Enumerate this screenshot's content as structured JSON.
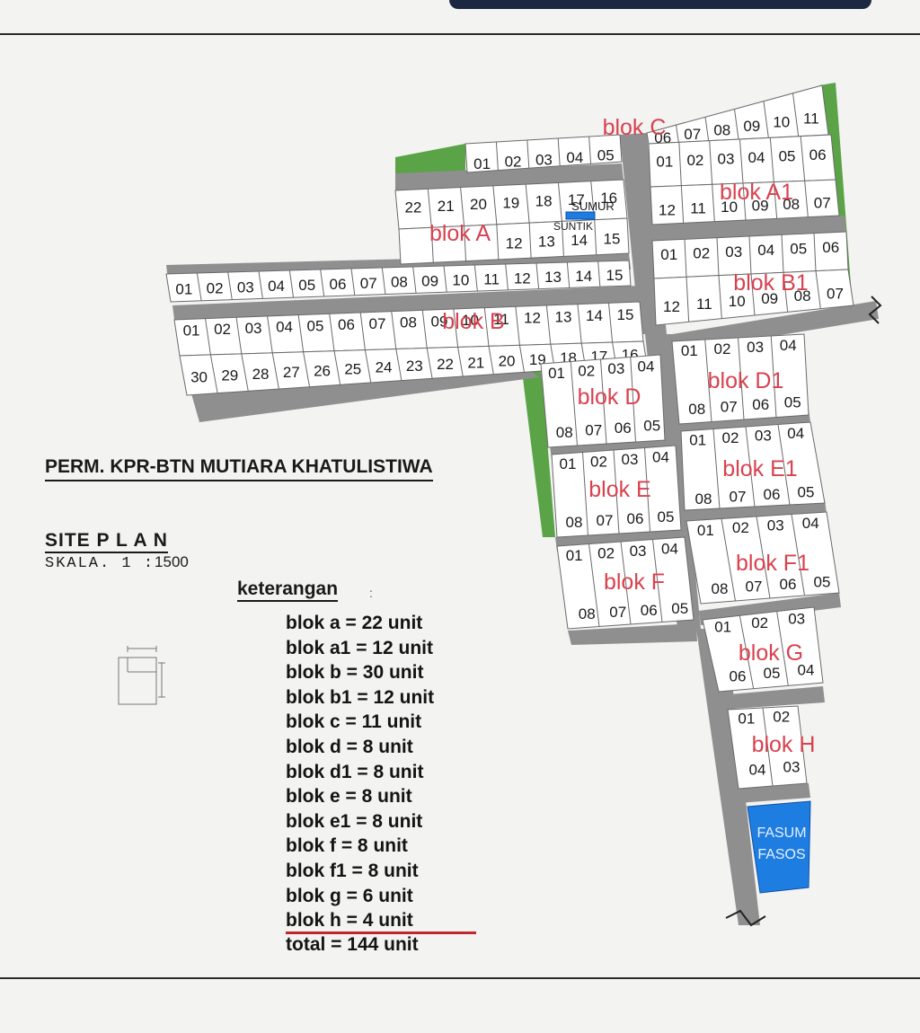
{
  "site_title": "PERM. KPR-BTN MUTIARA KHATULISTIWA",
  "plan_title": "SITE P L A N",
  "scale_label": "SKALA. 1  :",
  "scale_value": "1500",
  "legend_heading": "keterangan",
  "legend_colon": ":",
  "legend_items": [
    {
      "text": "blok a = 22 unit"
    },
    {
      "text": "blok a1 = 12 unit"
    },
    {
      "text": "blok b = 30 unit"
    },
    {
      "text": "blok b1 = 12 unit"
    },
    {
      "text": "blok c = 11 unit"
    },
    {
      "text": "blok d  = 8 unit"
    },
    {
      "text": "blok d1 = 8 unit"
    },
    {
      "text": "blok e  = 8 unit"
    },
    {
      "text": "blok e1 = 8 unit"
    },
    {
      "text": "blok f  = 8 unit"
    },
    {
      "text": "blok f1 = 8 unit"
    },
    {
      "text": "blok g = 6 unit"
    },
    {
      "text": "blok h = 4 unit"
    }
  ],
  "legend_total": "total    = 144 unit",
  "block_labels": {
    "a": "blok A",
    "a1": "blok A1",
    "b": "blok B",
    "b1": "blok B1",
    "c": "blok C",
    "d": "blok D",
    "d1": "blok D1",
    "e": "blok E",
    "e1": "blok E1",
    "f": "blok F",
    "f1": "blok F1",
    "g": "blok G",
    "h": "blok H"
  },
  "well_label_1": "SUMUR",
  "well_label_2": "SUNTIK",
  "facility_label_1": "FASUM",
  "facility_label_2": "FASOS",
  "lot_numbers": {
    "c_row": [
      "01",
      "02",
      "03",
      "04",
      "05",
      "06",
      "07",
      "08",
      "09",
      "10",
      "11"
    ],
    "a_top": [
      "22",
      "21",
      "20",
      "19",
      "18",
      "17",
      "16"
    ],
    "a_bottom": [
      "12",
      "13",
      "14",
      "15"
    ],
    "a1_top": [
      "01",
      "02",
      "03",
      "04",
      "05",
      "06"
    ],
    "a1_bottom": [
      "12",
      "11",
      "10",
      "09",
      "08",
      "07"
    ],
    "b_top": [
      "01",
      "02",
      "03",
      "04",
      "05",
      "06",
      "07",
      "08",
      "09",
      "10",
      "11",
      "12",
      "13",
      "14",
      "15"
    ],
    "b_mid": [
      "01",
      "02",
      "03",
      "04",
      "05",
      "06",
      "07",
      "08",
      "09",
      "10",
      "11",
      "12",
      "13",
      "14",
      "15"
    ],
    "b_bottom": [
      "30",
      "29",
      "28",
      "27",
      "26",
      "25",
      "24",
      "23",
      "22",
      "21",
      "20",
      "19",
      "18",
      "17",
      "16"
    ],
    "b1_top": [
      "01",
      "02",
      "03",
      "04",
      "05",
      "06"
    ],
    "b1_bottom": [
      "12",
      "11",
      "10",
      "09",
      "08",
      "07"
    ],
    "quad_top": [
      "01",
      "02",
      "03",
      "04"
    ],
    "quad_bottom": [
      "08",
      "07",
      "06",
      "05"
    ],
    "g_top": [
      "01",
      "02",
      "03"
    ],
    "g_bottom": [
      "06",
      "05",
      "04"
    ],
    "h_top": [
      "01",
      "02"
    ],
    "h_bottom": [
      "04",
      "03"
    ]
  },
  "colors": {
    "road": "#8f8f8f",
    "green_area": "#5aa346",
    "lot_fill": "#ffffff",
    "lot_line": "#6a6a6a",
    "block_label": "#d8424f",
    "facility": "#1e7de0",
    "well": "#1e7de0",
    "total_rule": "#c0282f"
  }
}
